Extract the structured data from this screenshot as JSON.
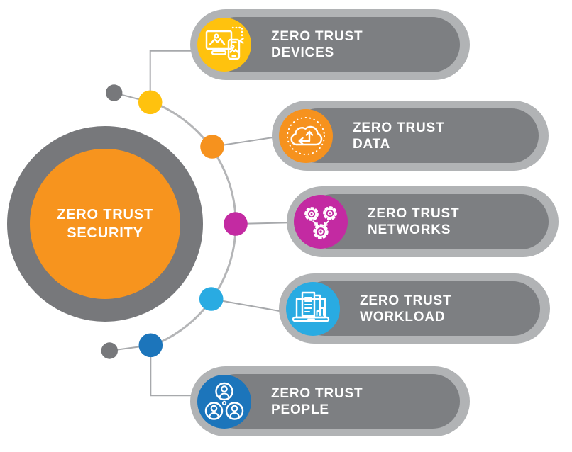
{
  "center": {
    "line1": "ZERO TRUST",
    "line2": "SECURITY",
    "fill_color": "#f7941e",
    "ring_color": "#77787b",
    "text_color": "#ffffff"
  },
  "items": [
    {
      "label_line1": "ZERO TRUST",
      "label_line2": "DEVICES",
      "color": "#ffc20e",
      "icon": "devices-icon"
    },
    {
      "label_line1": "ZERO TRUST",
      "label_line2": "DATA",
      "color": "#f6921e",
      "icon": "cloud-data-icon"
    },
    {
      "label_line1": "ZERO TRUST",
      "label_line2": "NETWORKS",
      "color": "#c32aa2",
      "icon": "gears-network-icon"
    },
    {
      "label_line1": "ZERO TRUST",
      "label_line2": "WORKLOAD",
      "color": "#29abe2",
      "icon": "laptop-workload-icon"
    },
    {
      "label_line1": "ZERO TRUST",
      "label_line2": "PEOPLE",
      "color": "#1c75bb",
      "icon": "people-group-icon"
    }
  ],
  "palette": {
    "outer_pill": "#b1b3b5",
    "inner_pill": "#7d7f82",
    "arc": "#b4b5b7",
    "connector": "#a7a9ac",
    "small_dot": "#77787b",
    "label_text": "#ffffff"
  }
}
